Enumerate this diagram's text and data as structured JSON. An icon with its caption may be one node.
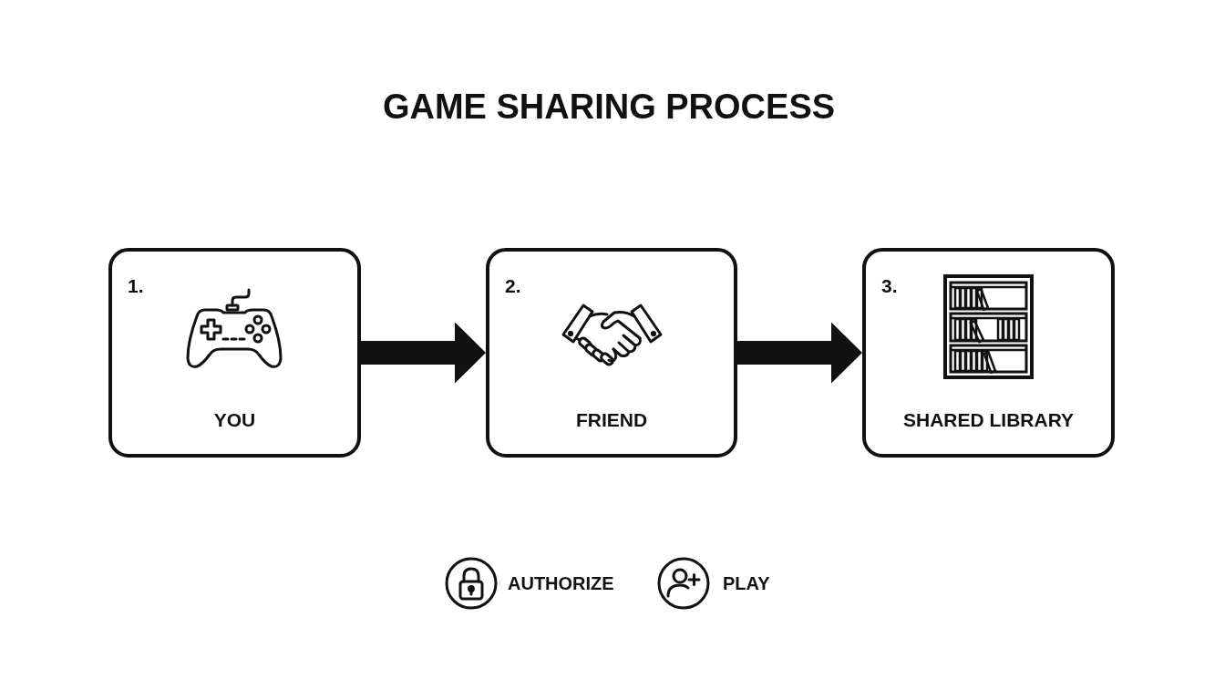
{
  "diagram": {
    "title": "GAME SHARING PROCESS",
    "nodes": [
      {
        "text": [
          "1.",
          "YOU"
        ]
      },
      {
        "text": [
          "2.",
          "FRIEND"
        ]
      },
      {
        "text": [
          "3.",
          "SHARED LIBRARY"
        ]
      }
    ],
    "edges": [
      {
        "from": 0,
        "to": 1,
        "arrow": "to"
      },
      {
        "from": 1,
        "to": 2,
        "arrow": "to"
      }
    ],
    "legend": [
      {
        "text": "AUTHORIZE"
      },
      {
        "text": "PLAY"
      }
    ]
  }
}
